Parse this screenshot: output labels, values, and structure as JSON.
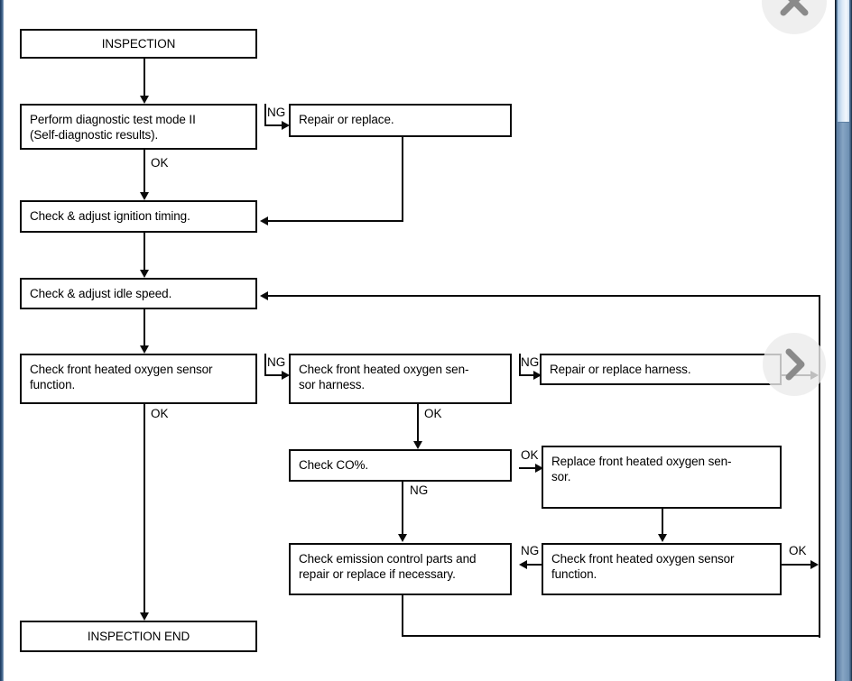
{
  "diagram": {
    "title": "INSPECTION",
    "nodes": {
      "inspection": "INSPECTION",
      "diagnostic_test": "Perform diagnostic test mode II (Self-diagnostic results).",
      "diagnostic_test_l1": "Perform diagnostic test mode II",
      "diagnostic_test_l2": "(Self-diagnostic results).",
      "repair_or_replace": "Repair or replace.",
      "ignition_timing": "Check & adjust ignition timing.",
      "idle_speed": "Check & adjust idle speed.",
      "o2_function_1_l1": "Check front heated oxygen sensor",
      "o2_function_1_l2": "function.",
      "o2_harness_l1": "Check front heated oxygen sen-",
      "o2_harness_l2": "sor harness.",
      "repair_harness": "Repair or replace harness.",
      "check_co": "Check CO%.",
      "replace_o2_l1": "Replace front heated oxygen sen-",
      "replace_o2_l2": "sor.",
      "emission_parts_l1": "Check emission control parts and",
      "emission_parts_l2": "repair or replace if necessary.",
      "o2_function_2_l1": "Check front heated oxygen sensor",
      "o2_function_2_l2": "function.",
      "inspection_end": "INSPECTION END"
    },
    "edge_labels": {
      "ng_diagnostic": "NG",
      "ok_diagnostic": "OK",
      "ng_o2_function": "NG",
      "ok_o2_function": "OK",
      "ng_harness": "NG",
      "ok_harness": "OK",
      "ok_co": "OK",
      "ng_co": "NG",
      "ng_o2_function2": "NG",
      "ok_o2_function2": "OK"
    }
  },
  "overlay": {
    "close_label": "close-icon",
    "next_label": "next-icon"
  },
  "scrollbar": {
    "thumb_top": 0,
    "thumb_height": 136
  }
}
